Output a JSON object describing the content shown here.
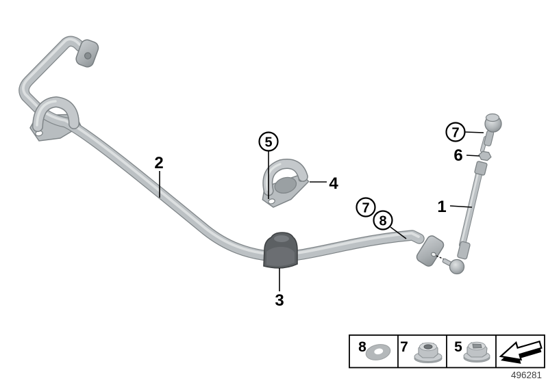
{
  "figure": {
    "doc_number": "496281"
  },
  "callouts": {
    "link": {
      "label": "1",
      "circled": false,
      "part": "stabilizer-link"
    },
    "bar": {
      "label": "2",
      "circled": false,
      "part": "stabilizer-bar"
    },
    "bushing": {
      "label": "3",
      "circled": false,
      "part": "rubber-bushing"
    },
    "bracket": {
      "label": "4",
      "circled": false,
      "part": "clamp-bracket"
    },
    "bracket_screw": {
      "label": "5",
      "circled": true,
      "part": "bracket-screw"
    },
    "link_nut": {
      "label": "6",
      "circled": false,
      "part": "link-nut"
    },
    "link_top_nut": {
      "label": "7",
      "circled": true,
      "part": "link-top-fastener"
    },
    "bar_link_nut": {
      "label": "7",
      "circled": true,
      "part": "bar-to-link-fastener"
    },
    "bar_link_washer": {
      "label": "8",
      "circled": true,
      "part": "bar-to-link-washer"
    }
  },
  "legend": {
    "items": [
      {
        "label": "8",
        "icon": "washer-icon"
      },
      {
        "label": "7",
        "icon": "flange-nut-icon"
      },
      {
        "label": "5",
        "icon": "lock-nut-icon"
      },
      {
        "label": "",
        "icon": "direction-arrow-icon"
      }
    ]
  },
  "colors": {
    "part_fill": "#bfc4c7",
    "part_highlight": "#e0e3e4",
    "part_outline": "#7e8487",
    "bushing_fill": "#5c6063",
    "callout": "#000000",
    "background": "#ffffff"
  }
}
